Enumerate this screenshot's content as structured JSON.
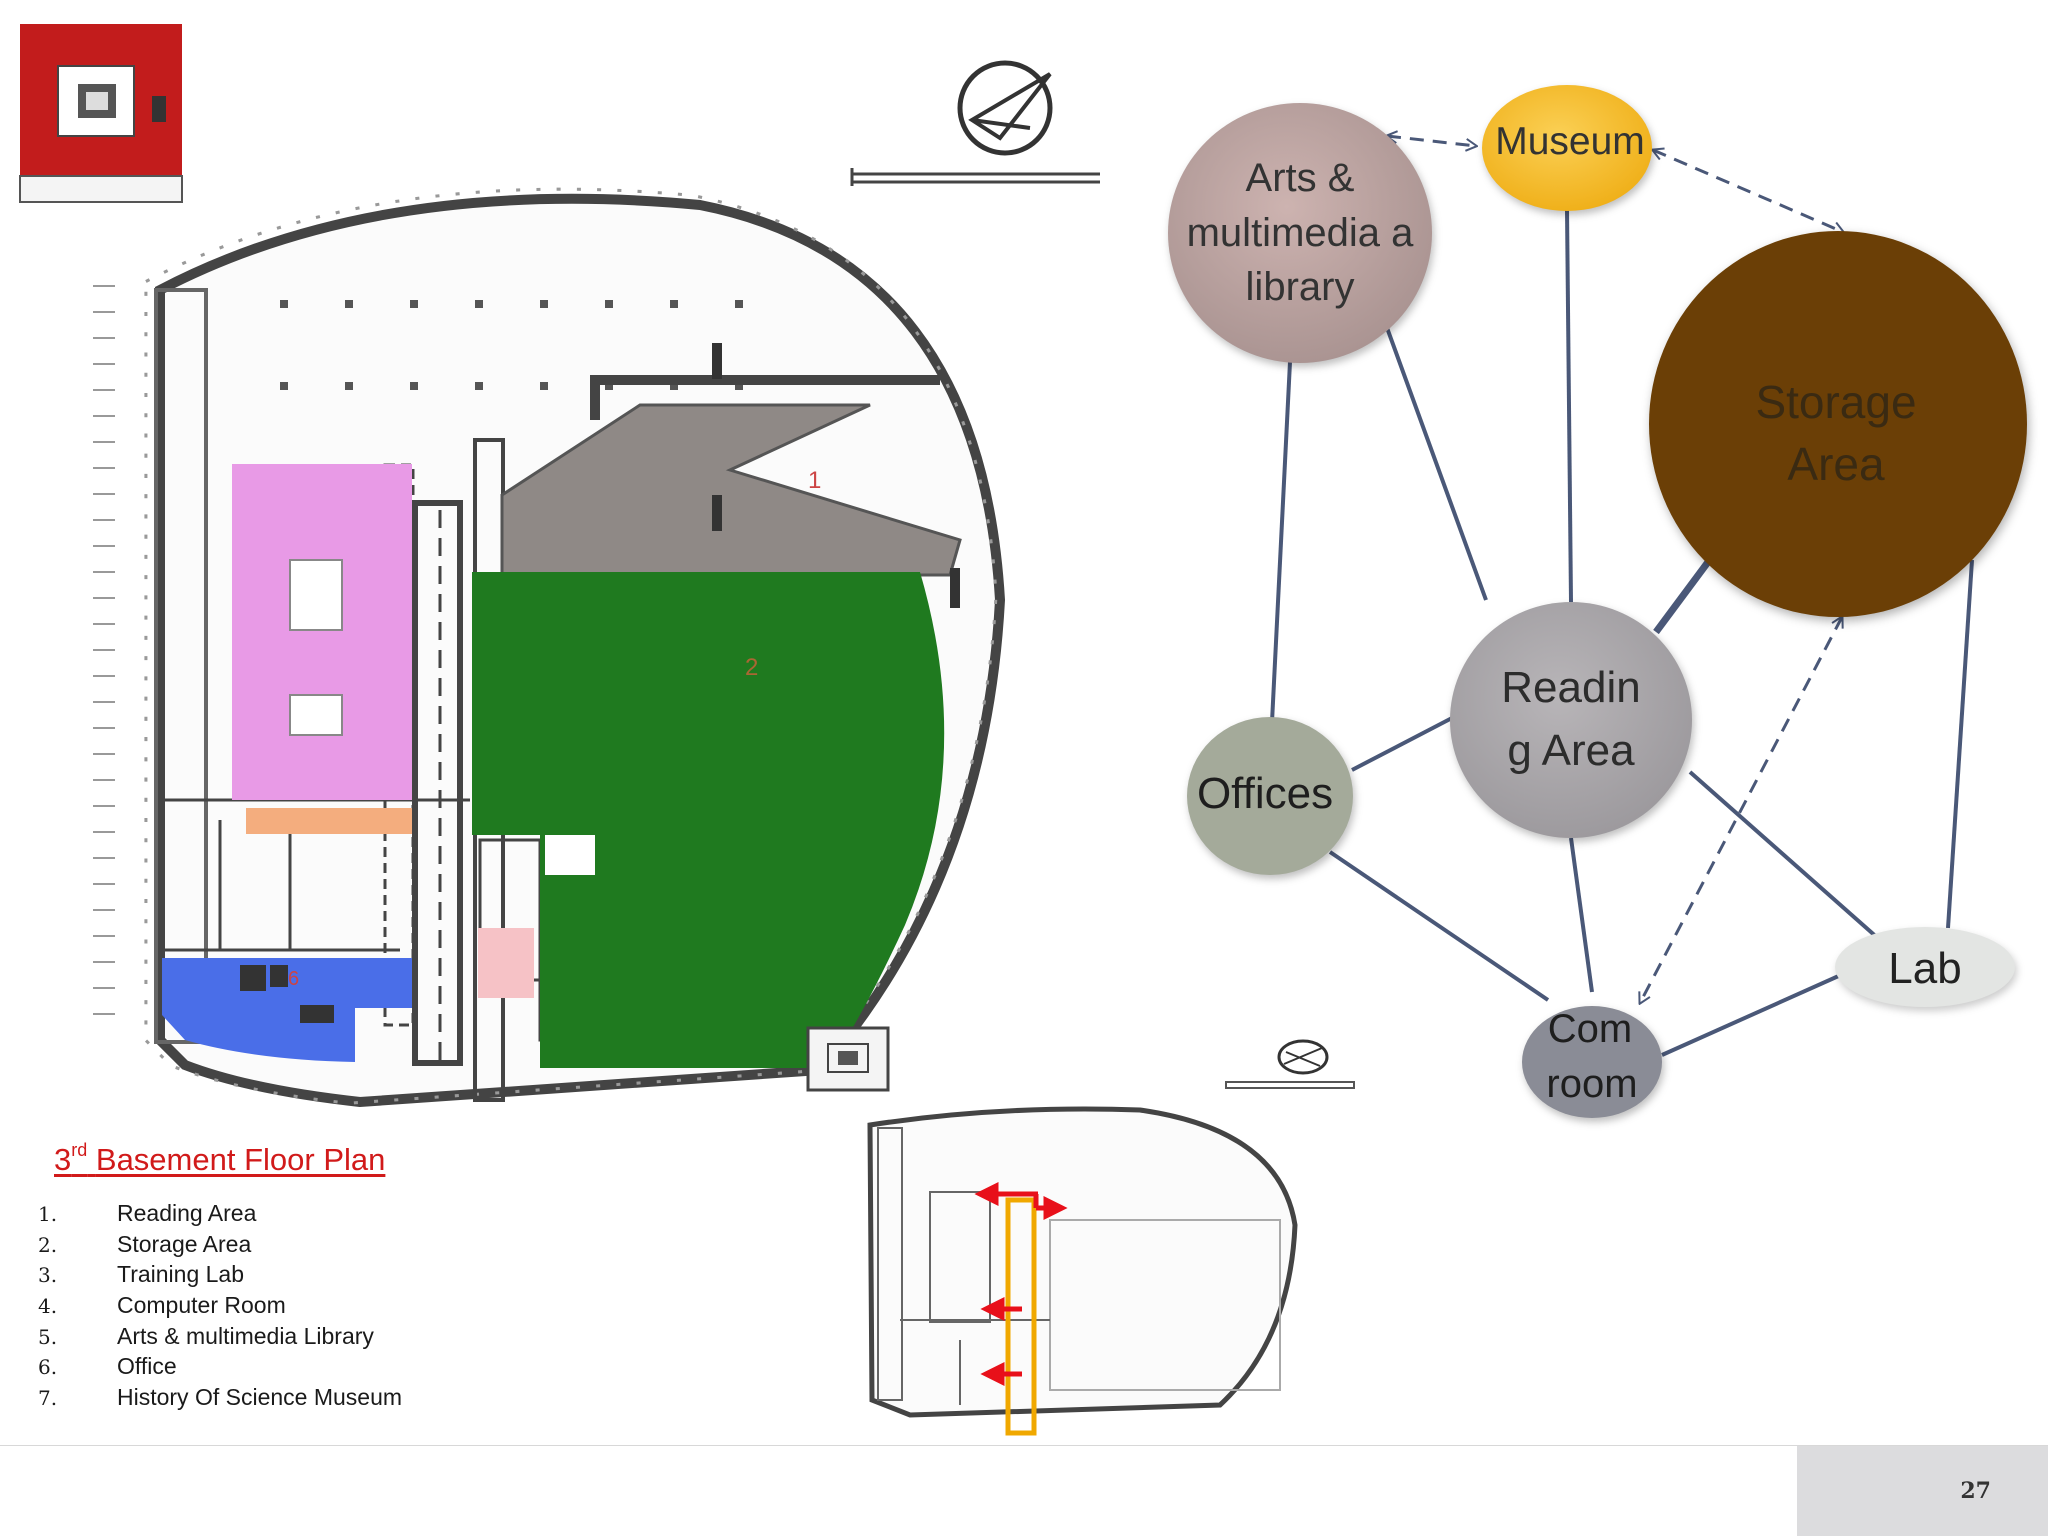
{
  "plan": {
    "title": "Basement Floor Plan",
    "title_number": "3",
    "title_suffix": "rd",
    "area_labels": [
      "1",
      "2",
      "6"
    ]
  },
  "legend": [
    {
      "num": "1.",
      "label": "Reading Area"
    },
    {
      "num": "2.",
      "label": "Storage Area"
    },
    {
      "num": "3.",
      "label": "Training Lab"
    },
    {
      "num": "4.",
      "label": "Computer Room"
    },
    {
      "num": "5.",
      "label": "Arts & multimedia Library"
    },
    {
      "num": "6.",
      "label": "Office"
    },
    {
      "num": "7.",
      "label": "History Of Science Museum"
    }
  ],
  "bubbles": {
    "arts": [
      "Arts &",
      "multimedia a",
      "library"
    ],
    "museum": [
      "Museum"
    ],
    "storage": [
      "Storage",
      "Area"
    ],
    "reading": [
      "Readin",
      "g Area"
    ],
    "offices": [
      "Offices"
    ],
    "lab": [
      "Lab"
    ],
    "com": [
      "Com",
      "room"
    ]
  },
  "colors": {
    "reading_zone": "#8f8986",
    "storage_zone": "#1f7a1f",
    "arts_zone": "#e89ae6",
    "blue_zone": "#4a6ee8",
    "museum": "#f8c030",
    "storage_bubble": "#6b3f06",
    "link": "#4a5878"
  },
  "footer": {
    "page_number": "27"
  }
}
